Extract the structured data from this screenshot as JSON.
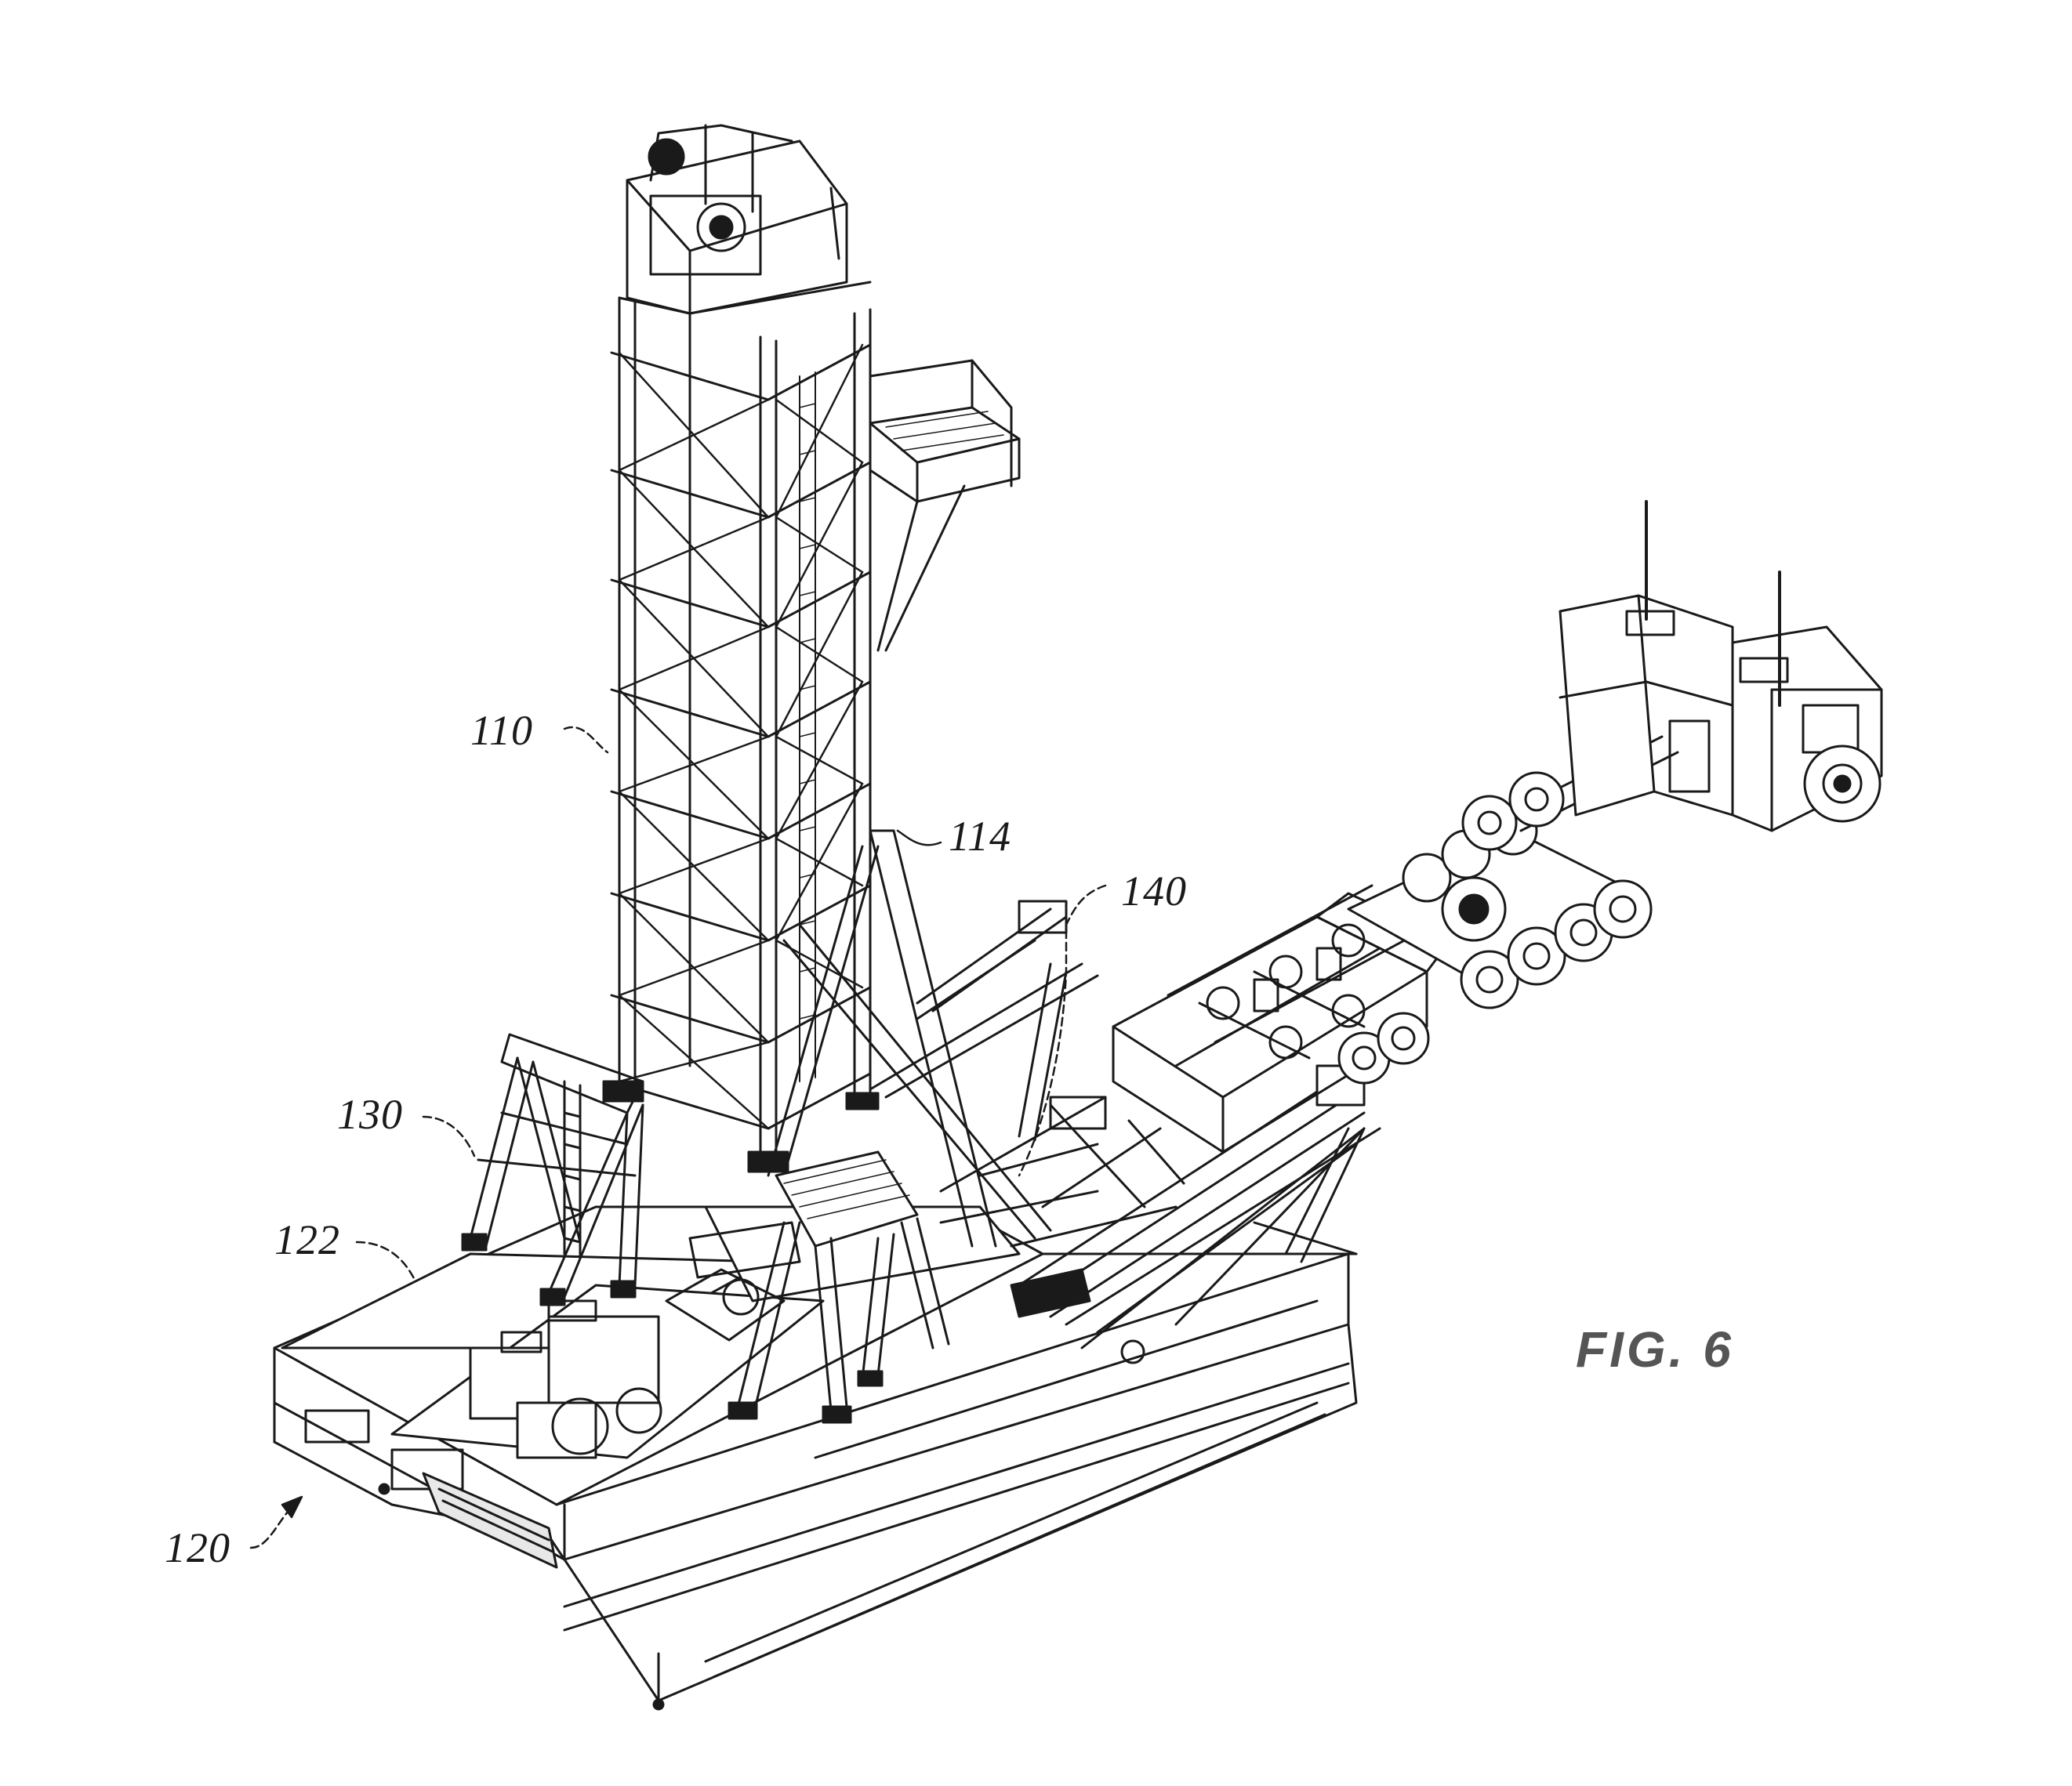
{
  "figure": {
    "caption": "FIG. 6",
    "reference_numerals": {
      "mast": "110",
      "mast_leg": "114",
      "substructure": "120",
      "deck": "122",
      "support_frame": "130",
      "ramp": "140"
    }
  },
  "colors": {
    "ink": "#1a1a1a",
    "caption": "#555555",
    "background": "#ffffff"
  }
}
